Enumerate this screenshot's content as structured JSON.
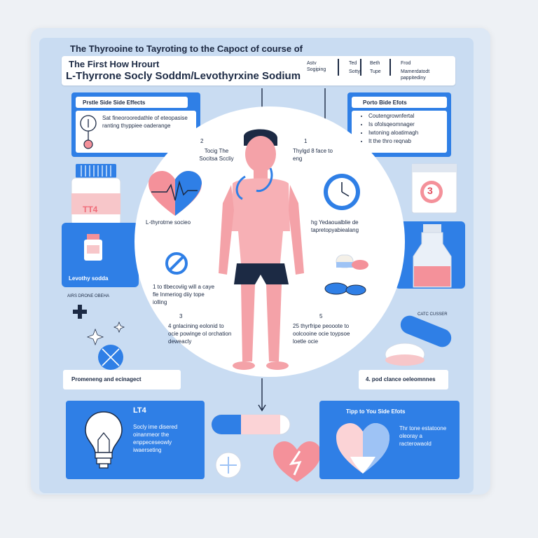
{
  "header": {
    "title": "The Thyrooine to Tayroting to the Capoct of course of",
    "subtitle_line1": "The First How Hrourt",
    "subtitle_line2": "L-Thyrrone Socly Soddm/Levothyrxine Sodium",
    "col1": "Astv Sogiping",
    "col2a": "Ted",
    "col2b": "Sotty",
    "col3a": "Beth",
    "col3b": "Tupe",
    "col4a": "Frod",
    "col4b": "Mamerdatodt pappitediny"
  },
  "left_panel": {
    "box_title": "Prstle Side Side Effects",
    "box_text": "Sat fineorooredathle of eteopasise ranting thyppiee oaderange",
    "bottle_label": "TT4",
    "blue_label": "Levothy sodda",
    "small_label": "AIRS DRONE OBEHA",
    "bottom_box": "Promeneng and ecinagect"
  },
  "right_panel": {
    "box_title": "Porto Bide Efots",
    "bullets": [
      "Coutengrownfertal",
      "Is ofolsqeomnager",
      "Iwtoning aloatimagh",
      "It the thro reqnab"
    ],
    "blister_number": "3",
    "small_label": "CATC CUSSER",
    "bottom_box": "4. pod clance oeleomnnes"
  },
  "circle": {
    "top_left_num": "2",
    "top_left_text": "Tocig The Socitsa Sccliy",
    "top_right_num": "1",
    "top_right_text": "Thylgd 8 face to eng",
    "mid_left": "L-thyrotrne socieo",
    "mid_right": "hg Yedaoualblie de tapretopyabiealang",
    "left_low": "1 to tlbecoviig will a caye fle Inmeriog diiy tope iolling",
    "left_low_num": "3",
    "bottom_left": "4 gnlacining eolonid to ocie powinge ol orchation deweacly",
    "bottom_right_num": "5",
    "bottom_right": "25 thyrfripe peooote to oolcooine ocie toypsoe loetle ocie"
  },
  "bottom_left": {
    "title": "LT4",
    "text": "Socly ime disered oinanmeor the enppeceseowly iwaerseting"
  },
  "bottom_right": {
    "title": "Tipp to You Side Efots",
    "text": "Thr tone estatoone oleoray a racterowaold"
  },
  "colors": {
    "blue": "#2f7fe6",
    "pink": "#f4919a",
    "navy": "#1c2a44",
    "panel": "#c9dcf2"
  }
}
